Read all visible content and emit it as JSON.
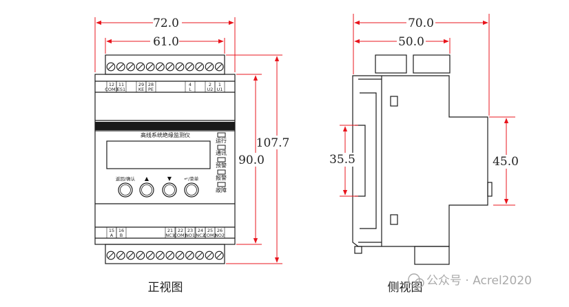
{
  "front": {
    "caption": "正视图",
    "title": "高线系统绝缘监测仪",
    "top_terminal_nums": [
      "12",
      "11",
      "29",
      "28",
      "4",
      "2",
      "1"
    ],
    "top_terminal_codes": [
      "COM3",
      "ES1",
      "KE",
      "PE",
      "L",
      "U2",
      "U1"
    ],
    "bottom_terminal_nums": [
      "15",
      "16",
      "21",
      "22",
      "23",
      "24",
      "25",
      "26"
    ],
    "bottom_terminal_codes": [
      "A",
      "B",
      "NC1",
      "COM1",
      "NO1",
      "NC2",
      "COM2",
      "NO2"
    ],
    "led_labels": [
      "运行",
      "通讯",
      "预警",
      "报警",
      "故障"
    ],
    "button_labels": [
      "返回/确认",
      "▲",
      "▼",
      "↵/菜单"
    ],
    "dims": {
      "width_outer": "72.0",
      "width_inner": "61.0",
      "height_outer": "107.7",
      "height_inner": "90.0"
    }
  },
  "side": {
    "caption": "侧视图",
    "dims": {
      "depth_outer": "70.0",
      "depth_inner": "50.0",
      "rail_left": "35.5",
      "rail_right": "45.0"
    }
  },
  "watermark": "公众号 · Acrel2020",
  "colors": {
    "dimension": "#e8141c",
    "outline": "#1a1a1a"
  }
}
